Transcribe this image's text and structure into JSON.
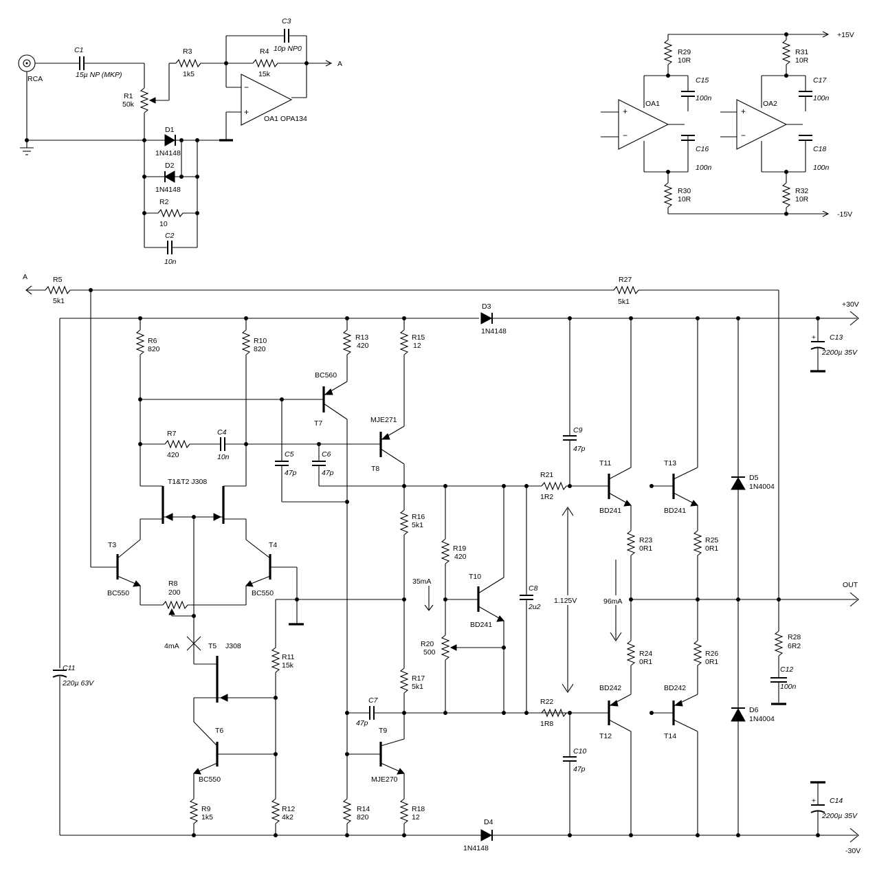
{
  "input": {
    "connector": "RCA",
    "ground": "⏚"
  },
  "net_labels": {
    "a1": "A",
    "a2": "A",
    "out": "OUT",
    "pos15": "+15V",
    "neg15": "-15V",
    "pos30": "+30V",
    "neg30": "-30V"
  },
  "annotations": {
    "current_vas": "35mA",
    "current_input": "4mA",
    "current_output": "96mA",
    "voltage_bias": "1.125V"
  },
  "components": {
    "C1": {
      "name": "C1",
      "value": "15µ NP (MKP)"
    },
    "C2": {
      "name": "C2",
      "value": "10n"
    },
    "C3": {
      "name": "C3",
      "value": "10p NP0"
    },
    "C4": {
      "name": "C4",
      "value": "10n"
    },
    "C5": {
      "name": "C5",
      "value": "47p"
    },
    "C6": {
      "name": "C6",
      "value": "47p"
    },
    "C7": {
      "name": "C7",
      "value": "47p"
    },
    "C8": {
      "name": "C8",
      "value": "2u2"
    },
    "C9": {
      "name": "C9",
      "value": "47p"
    },
    "C10": {
      "name": "C10",
      "value": "47p"
    },
    "C11": {
      "name": "C11",
      "value": "220µ 63V"
    },
    "C12": {
      "name": "C12",
      "value": "100n"
    },
    "C13": {
      "name": "C13",
      "value": "2200µ 35V"
    },
    "C14": {
      "name": "C14",
      "value": "2200µ 35V"
    },
    "C15": {
      "name": "C15",
      "value": "100n"
    },
    "C16": {
      "name": "C16",
      "value": "100n"
    },
    "C17": {
      "name": "C17",
      "value": "100n"
    },
    "C18": {
      "name": "C18",
      "value": "100n"
    },
    "R1": {
      "name": "R1",
      "value": "50k"
    },
    "R2": {
      "name": "R2",
      "value": "10"
    },
    "R3": {
      "name": "R3",
      "value": "1k5"
    },
    "R4": {
      "name": "R4",
      "value": "15k"
    },
    "R5": {
      "name": "R5",
      "value": "5k1"
    },
    "R6": {
      "name": "R6",
      "value": "820"
    },
    "R7": {
      "name": "R7",
      "value": "420"
    },
    "R8": {
      "name": "R8",
      "value": "200"
    },
    "R9": {
      "name": "R9",
      "value": "1k5"
    },
    "R10": {
      "name": "R10",
      "value": "820"
    },
    "R11": {
      "name": "R11",
      "value": "15k"
    },
    "R12": {
      "name": "R12",
      "value": "4k2"
    },
    "R13": {
      "name": "R13",
      "value": "420"
    },
    "R14": {
      "name": "R14",
      "value": "820"
    },
    "R15": {
      "name": "R15",
      "value": "12"
    },
    "R16": {
      "name": "R16",
      "value": "5k1"
    },
    "R17": {
      "name": "R17",
      "value": "5k1"
    },
    "R18": {
      "name": "R18",
      "value": "12"
    },
    "R19": {
      "name": "R19",
      "value": "420"
    },
    "R20": {
      "name": "R20",
      "value": "500"
    },
    "R21": {
      "name": "R21",
      "value": "1R2"
    },
    "R22": {
      "name": "R22",
      "value": "1R8"
    },
    "R23": {
      "name": "R23",
      "value": "0R1"
    },
    "R24": {
      "name": "R24",
      "value": "0R1"
    },
    "R25": {
      "name": "R25",
      "value": "0R1"
    },
    "R26": {
      "name": "R26",
      "value": "0R1"
    },
    "R27": {
      "name": "R27",
      "value": "5k1"
    },
    "R28": {
      "name": "R28",
      "value": "6R2"
    },
    "R29": {
      "name": "R29",
      "value": "10R"
    },
    "R30": {
      "name": "R30",
      "value": "10R"
    },
    "R31": {
      "name": "R31",
      "value": "10R"
    },
    "R32": {
      "name": "R32",
      "value": "10R"
    },
    "D1": {
      "name": "D1",
      "value": "1N4148"
    },
    "D2": {
      "name": "D2",
      "value": "1N4148"
    },
    "D3": {
      "name": "D3",
      "value": "1N4148"
    },
    "D4": {
      "name": "D4",
      "value": "1N4148"
    },
    "D5": {
      "name": "D5",
      "value": "1N4004"
    },
    "D6": {
      "name": "D6",
      "value": "1N4004"
    },
    "T1T2": {
      "name": "T1&T2 J308"
    },
    "T3": {
      "name": "T3",
      "value": "BC550"
    },
    "T4": {
      "name": "T4",
      "value": "BC550"
    },
    "T5": {
      "name": "T5",
      "value": "J308"
    },
    "T6": {
      "name": "T6",
      "value": "BC550"
    },
    "T7": {
      "name": "T7",
      "value": "BC560"
    },
    "T8": {
      "name": "T8",
      "value": "MJE271"
    },
    "T9": {
      "name": "T9",
      "value": "MJE270"
    },
    "T10": {
      "name": "T10",
      "value": "BD241"
    },
    "T11": {
      "name": "T11",
      "value": "BD241"
    },
    "T12": {
      "name": "T12",
      "value": "BD242"
    },
    "T13": {
      "name": "T13",
      "value": "BD241"
    },
    "T14": {
      "name": "T14",
      "value": "BD242"
    },
    "OA1_main": {
      "name": "OA1 OPA134"
    },
    "OA1": {
      "name": "OA1"
    },
    "OA2": {
      "name": "OA2"
    }
  }
}
